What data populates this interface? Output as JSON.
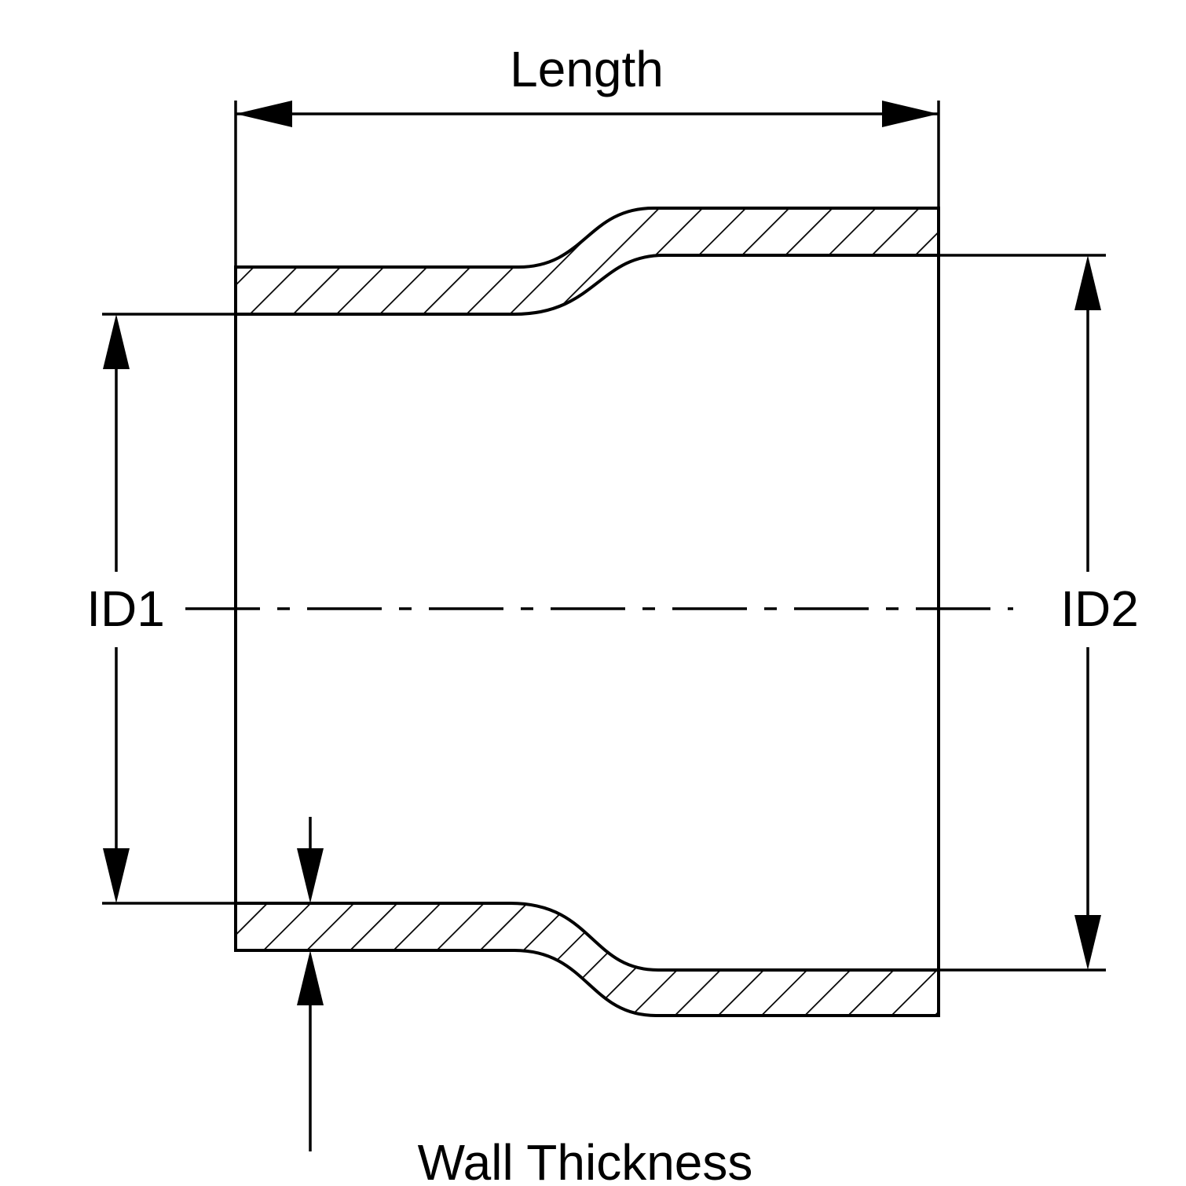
{
  "canvas": {
    "background_color": "#ffffff",
    "line_color": "#000000"
  },
  "diagram": {
    "labels": {
      "length": "Length",
      "id1": "ID1",
      "id2": "ID2",
      "wall_thickness": "Wall Thickness"
    }
  }
}
